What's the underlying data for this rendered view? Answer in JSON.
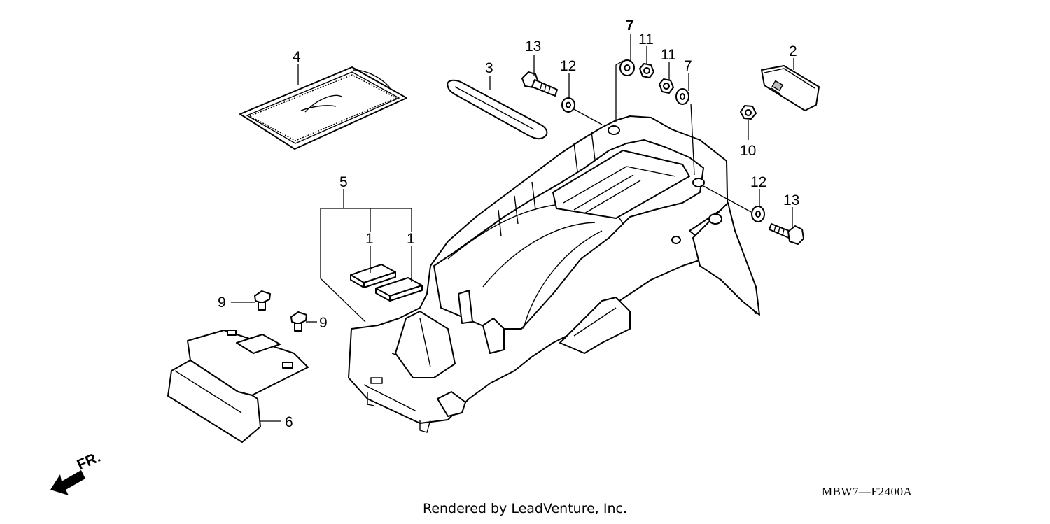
{
  "diagram": {
    "callouts": [
      {
        "id": "c4",
        "text": "4"
      },
      {
        "id": "c3",
        "text": "3"
      },
      {
        "id": "c13a",
        "text": "13"
      },
      {
        "id": "c12a",
        "text": "12"
      },
      {
        "id": "c7a",
        "text": "7"
      },
      {
        "id": "c11a",
        "text": "11"
      },
      {
        "id": "c11b",
        "text": "11"
      },
      {
        "id": "c7b",
        "text": "7"
      },
      {
        "id": "c2",
        "text": "2"
      },
      {
        "id": "c10",
        "text": "10"
      },
      {
        "id": "c12b",
        "text": "12"
      },
      {
        "id": "c13b",
        "text": "13"
      },
      {
        "id": "c5",
        "text": "5"
      },
      {
        "id": "c1a",
        "text": "1"
      },
      {
        "id": "c1b",
        "text": "1"
      },
      {
        "id": "c9a",
        "text": "9"
      },
      {
        "id": "c9b",
        "text": "9"
      },
      {
        "id": "c6",
        "text": "6"
      }
    ],
    "front_arrow_label": "FR.",
    "diagram_code": "MBW7—F2400A",
    "credit": "Rendered by LeadVenture, Inc."
  }
}
